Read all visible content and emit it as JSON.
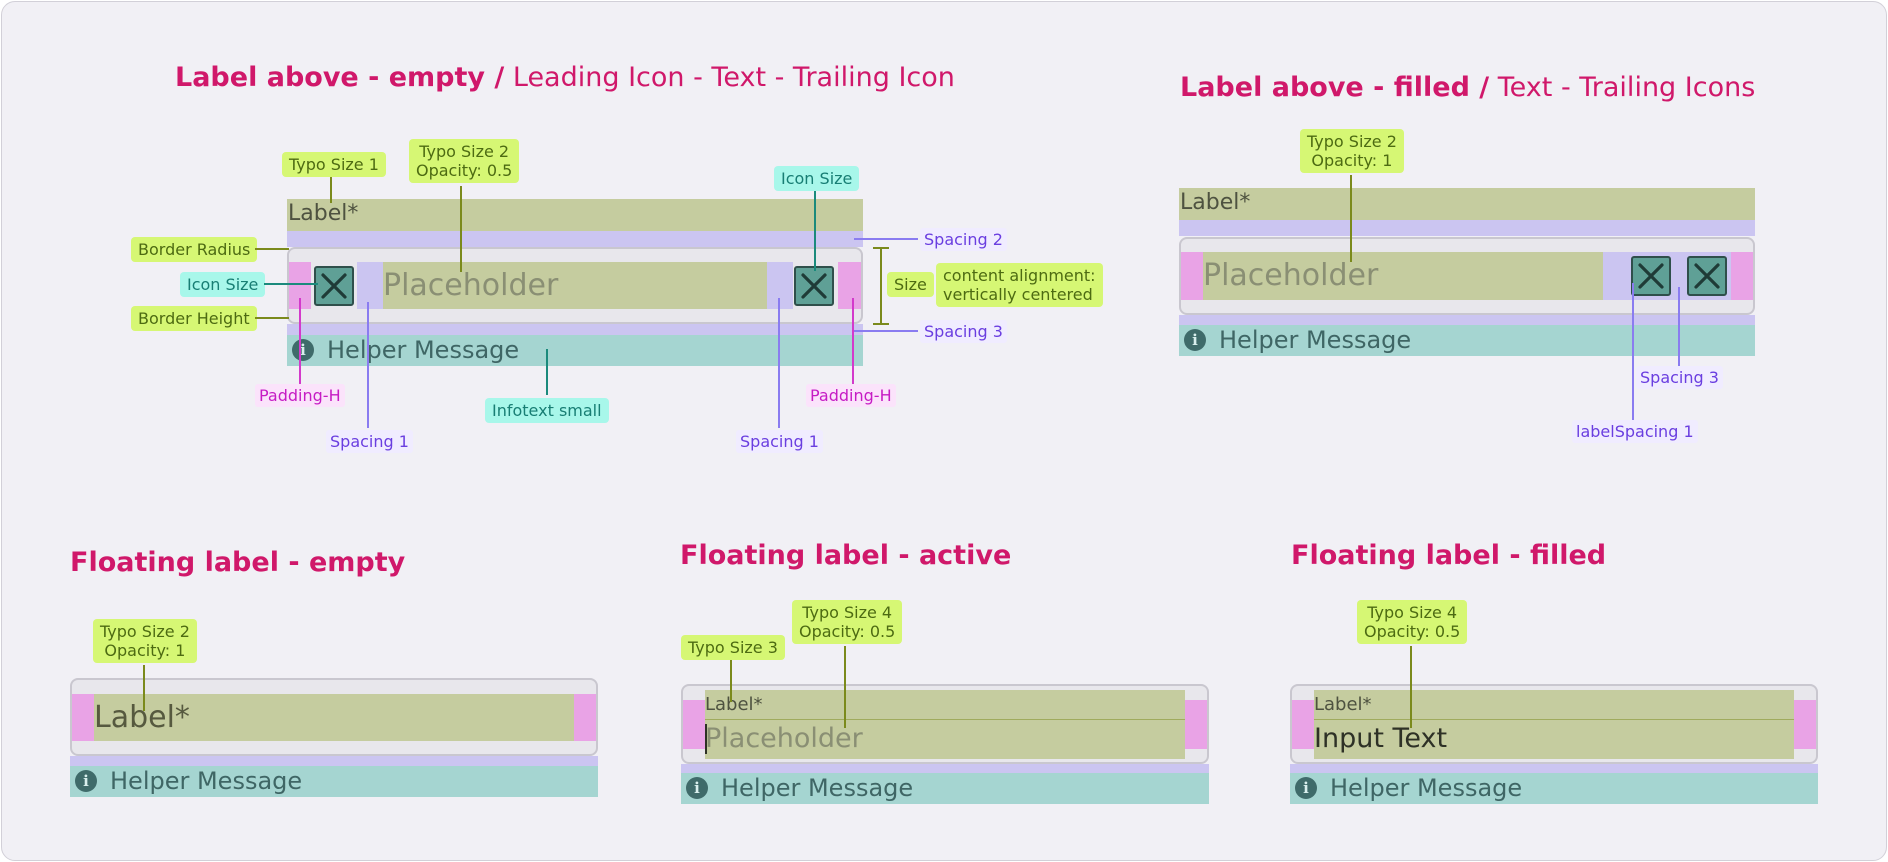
{
  "sections": {
    "label_above_empty": {
      "title_bold": "Label above - empty /",
      "title_normal": "Leading Icon - Text - Trailing Icon",
      "label": "Label*",
      "placeholder": "Placeholder",
      "helper": "Helper Message"
    },
    "label_above_filled": {
      "title_bold": "Label above - filled /",
      "title_normal": "Text - Trailing Icons",
      "label": "Label*",
      "placeholder": "Placeholder",
      "helper": "Helper Message"
    },
    "floating_empty": {
      "title": "Floating label - empty",
      "label": "Label*",
      "helper": "Helper Message"
    },
    "floating_active": {
      "title": "Floating label - active",
      "label": "Label*",
      "placeholder": "Placeholder",
      "helper": "Helper Message"
    },
    "floating_filled": {
      "title": "Floating label - filled",
      "label": "Label*",
      "value": "Input Text",
      "helper": "Helper Message"
    }
  },
  "annotations": {
    "typo_size_1": "Typo Size 1",
    "typo_size_2": "Typo Size 2",
    "typo_size_3": "Typo Size 3",
    "typo_size_4": "Typo Size 4",
    "opacity_05": "Opacity: 0.5",
    "opacity_1": "Opacity: 1",
    "icon_size": "Icon Size",
    "border_radius": "Border Radius",
    "border_height": "Border Height",
    "size": "Size",
    "content_alignment_1": "content alignment:",
    "content_alignment_2": "vertically centered",
    "spacing_1": "Spacing 1",
    "spacing_2": "Spacing 2",
    "spacing_3": "Spacing 3",
    "padding_h": "Padding-H",
    "infotext_small": "Infotext small",
    "label_spacing_1": "labelSpacing 1"
  },
  "icons": {
    "info": "info-circle-icon",
    "clear": "close-box-icon"
  },
  "colors": {
    "title": "#d0186a",
    "spec_padding": "#e9a3e6",
    "spec_spacing": "#cbc5f1",
    "spec_content": "#c5cc9f",
    "spec_helper": "#a5d5d1",
    "tag_typography": "#d6f774",
    "tag_icon": "#a8f7ea"
  }
}
